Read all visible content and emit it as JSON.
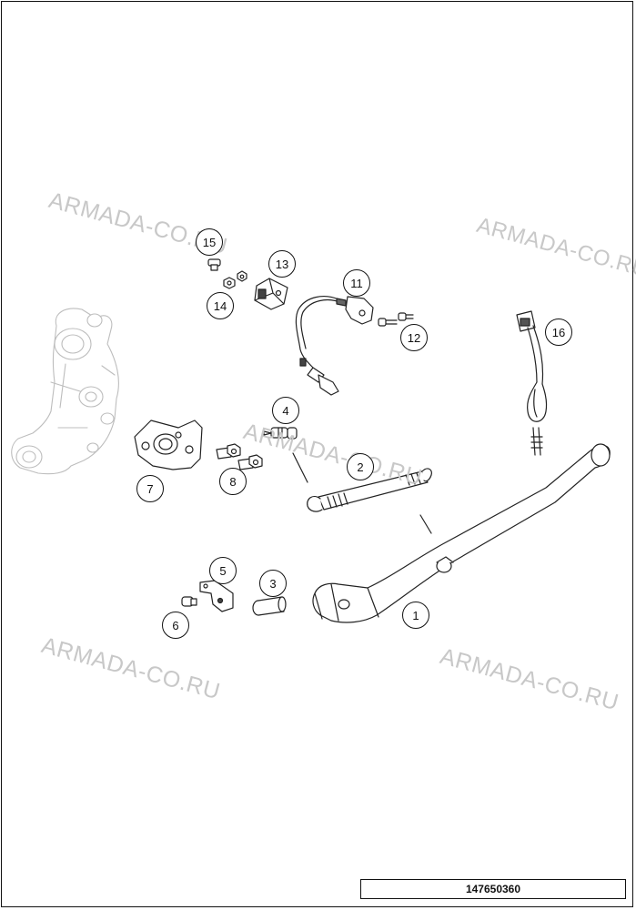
{
  "diagram": {
    "callouts": [
      {
        "id": "c1",
        "label": "1"
      },
      {
        "id": "c2",
        "label": "2"
      },
      {
        "id": "c3",
        "label": "3"
      },
      {
        "id": "c4",
        "label": "4"
      },
      {
        "id": "c5",
        "label": "5"
      },
      {
        "id": "c6",
        "label": "6"
      },
      {
        "id": "c7",
        "label": "7"
      },
      {
        "id": "c8",
        "label": "8"
      },
      {
        "id": "c11",
        "label": "11"
      },
      {
        "id": "c12",
        "label": "12"
      },
      {
        "id": "c13",
        "label": "13"
      },
      {
        "id": "c14",
        "label": "14"
      },
      {
        "id": "c15",
        "label": "15"
      },
      {
        "id": "c16",
        "label": "16"
      }
    ],
    "watermark": "ARMADA-CO.RU",
    "part_number": "147650360"
  }
}
